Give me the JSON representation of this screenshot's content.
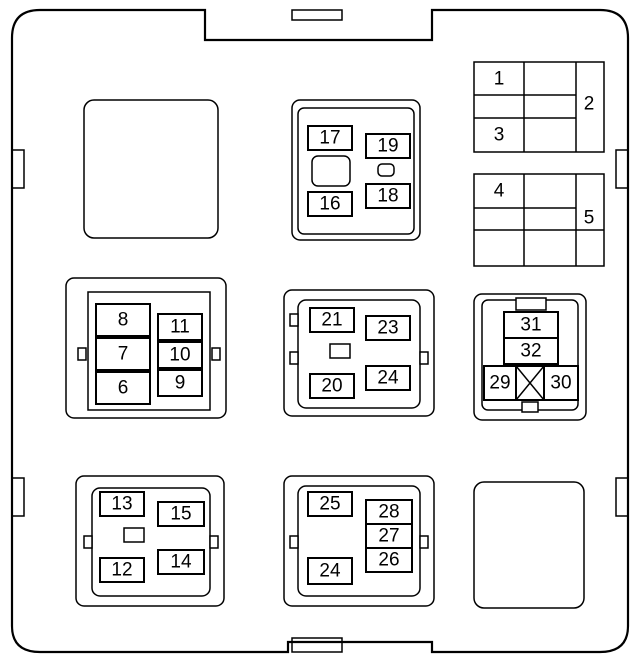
{
  "diagram": {
    "cells": {
      "c1": "1",
      "c2": "2",
      "c3": "3",
      "c4": "4",
      "c5": "5",
      "c6": "6",
      "c7": "7",
      "c8": "8",
      "c9": "9",
      "c10": "10",
      "c11": "11",
      "c12": "12",
      "c13": "13",
      "c14": "14",
      "c15": "15",
      "c16": "16",
      "c17": "17",
      "c18": "18",
      "c19": "19",
      "c20": "20",
      "c21": "21",
      "c23": "23",
      "c24a": "24",
      "c24b": "24",
      "c25": "25",
      "c26": "26",
      "c27": "27",
      "c28": "28",
      "c29": "29",
      "c30": "30",
      "c31": "31",
      "c32": "32"
    }
  }
}
